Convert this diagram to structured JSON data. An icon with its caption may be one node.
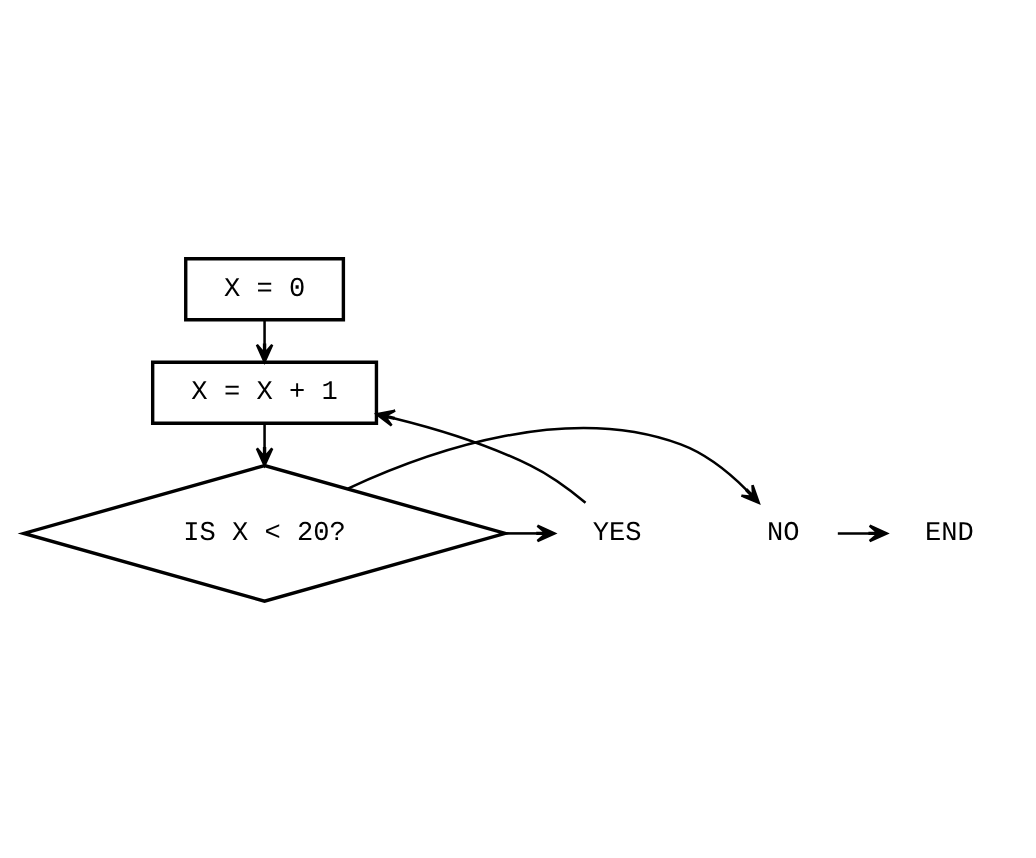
{
  "diagram": {
    "nodes": [
      {
        "text": [
          "X = 0"
        ]
      },
      {
        "text": [
          "X = X + 1"
        ]
      },
      {
        "text": [
          "IS X < 20?"
        ]
      },
      {
        "text": [
          "END"
        ]
      },
      {
        "text": [
          "NO"
        ]
      },
      {
        "text": [
          "YES"
        ]
      }
    ],
    "edges": [
      {
        "from": 0,
        "to": 1,
        "arrow": "to"
      },
      {
        "from": 1,
        "to": 2,
        "arrow": "to"
      },
      {
        "from": 2,
        "to": 4,
        "arrow": "to"
      },
      {
        "from": 4,
        "to": 3,
        "arrow": "to"
      },
      {
        "from": 2,
        "to": 5,
        "arrow": "to"
      },
      {
        "from": 5,
        "to": 1,
        "arrow": "to"
      }
    ]
  }
}
